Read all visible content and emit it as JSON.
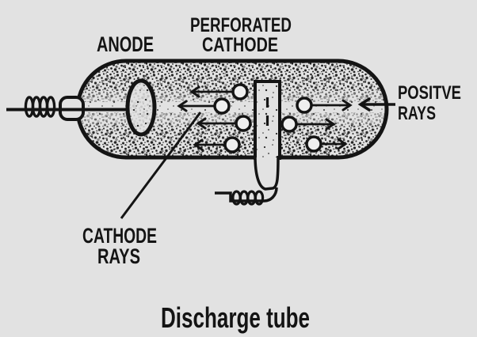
{
  "canvas": {
    "background": "#e2e2e2",
    "ink": "#141414"
  },
  "labels": {
    "anode": "ANODE",
    "perforated_cathode": {
      "line1": "PERFORATED",
      "line2": "CATHODE"
    },
    "positive_rays": {
      "line1": "POSITVE",
      "line2": "RAYS"
    },
    "cathode_rays": {
      "line1": "CATHODE",
      "line2": "RAYS"
    },
    "caption": "Discharge tube"
  },
  "figure": {
    "type": "physics-line-diagram",
    "subject": "gas discharge tube",
    "electrodes": [
      "anode disc with lead and coil",
      "perforated cathode bar with lead and coil"
    ],
    "cathode_ray_arrows": {
      "count": 4,
      "direction": "left",
      "marker": "circle-tailed arrow"
    },
    "positive_ray_arrows": {
      "count": 3,
      "direction": "right",
      "marker": "circle-tailed arrow"
    },
    "external_arrow": {
      "direction": "left",
      "points_at": "tube right end"
    }
  }
}
